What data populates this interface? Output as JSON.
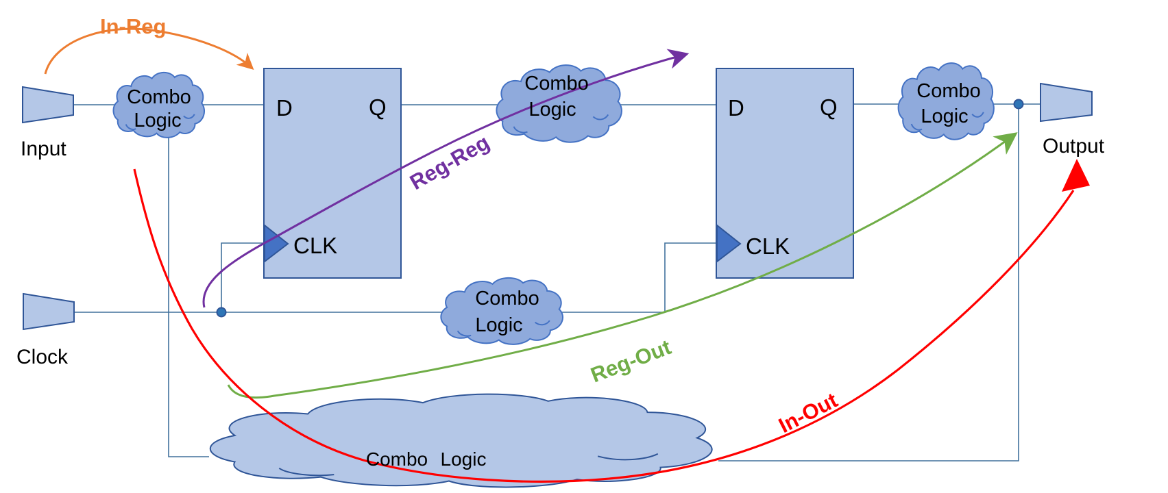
{
  "colors": {
    "wire": "#41719C",
    "outline": "#2F5597",
    "cloud_outline": "#4472C4",
    "cloud_fill": "#8FAADC",
    "node_fill": "#B4C7E7",
    "clk_wedge_fill": "#4472C4",
    "junction_dot": "#2E75B6",
    "text": "#000000",
    "in_reg": "#ED7D31",
    "reg_reg": "#7030A0",
    "reg_out": "#70AD47",
    "in_out": "#FF0000"
  },
  "ports": {
    "input": "Input",
    "clock": "Clock",
    "output": "Output"
  },
  "ff1": {
    "d": "D",
    "q": "Q",
    "clk": "CLK"
  },
  "ff2": {
    "d": "D",
    "q": "Q",
    "clk": "CLK"
  },
  "clouds": {
    "input_path": {
      "line1": "Combo",
      "line2": "Logic"
    },
    "reg_to_reg": {
      "line1": "Combo",
      "line2": "Logic"
    },
    "output_path": {
      "line1": "Combo",
      "line2": "Logic"
    },
    "clock_path": {
      "line1": "Combo",
      "line2": "Logic"
    },
    "input_to_output": {
      "word1": "Combo",
      "word2": "Logic"
    }
  },
  "timing_paths": {
    "in_reg": {
      "label": "In-Reg"
    },
    "reg_reg": {
      "label": "Reg-Reg"
    },
    "reg_out": {
      "label": "Reg-Out"
    },
    "in_out": {
      "label": "In-Out"
    }
  }
}
